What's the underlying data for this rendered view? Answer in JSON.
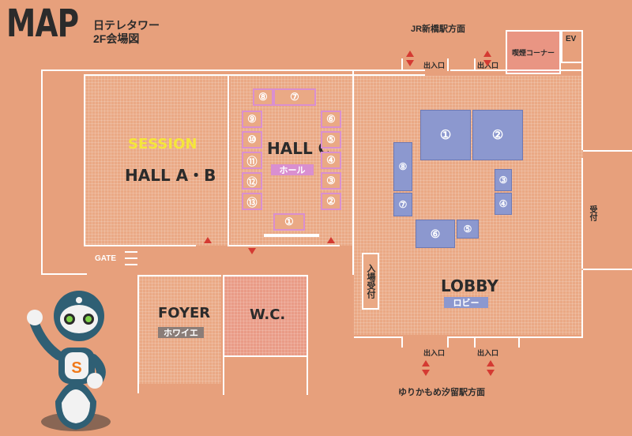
{
  "header": {
    "title": "MAP",
    "venue": "日テレタワー",
    "floor": "2F会場図"
  },
  "rooms": {
    "hall_ab": {
      "session": "SESSION",
      "name": "HALL A・B"
    },
    "hall_c": {
      "name": "HALL C",
      "sub": "ホール"
    },
    "foyer": {
      "name": "FOYER",
      "sub": "ホワイエ"
    },
    "wc": {
      "name": "W.C."
    },
    "lobby": {
      "name": "LOBBY",
      "sub": "ロビー"
    },
    "reception": "入場受付",
    "side_reception": "受付",
    "smoking": "喫煙コーナー",
    "ev": "EV"
  },
  "labels": {
    "gate": "GATE",
    "exit_top_left": "出入口",
    "exit_top_right": "出入口",
    "exit_bottom_left": "出入口",
    "exit_bottom_right": "出入口",
    "dir_top": "JR新橋駅方面",
    "dir_bottom": "ゆりかもめ汐留駅方面"
  },
  "hall_c_stands": {
    "s1": "①",
    "s2": "②",
    "s3": "③",
    "s4": "④",
    "s5": "⑤",
    "s6": "⑥",
    "s7": "⑦",
    "s8": "⑧",
    "s9": "⑨",
    "s10": "⑩",
    "s11": "⑪",
    "s12": "⑫",
    "s13": "⑬"
  },
  "lobby_booths": {
    "b1": "①",
    "b2": "②",
    "b3": "③",
    "b4": "④",
    "b5": "⑤",
    "b6": "⑥",
    "b7": "⑦",
    "b8": "⑧"
  },
  "colors": {
    "background": "#e7a07c",
    "stand_border": "#d98fd0",
    "booth": "#8c98cf",
    "accent_yellow": "#f5e63a",
    "arrow_red": "#d43a32",
    "mascot": "#2f5f74",
    "mascot_orange": "#f07a1a"
  }
}
